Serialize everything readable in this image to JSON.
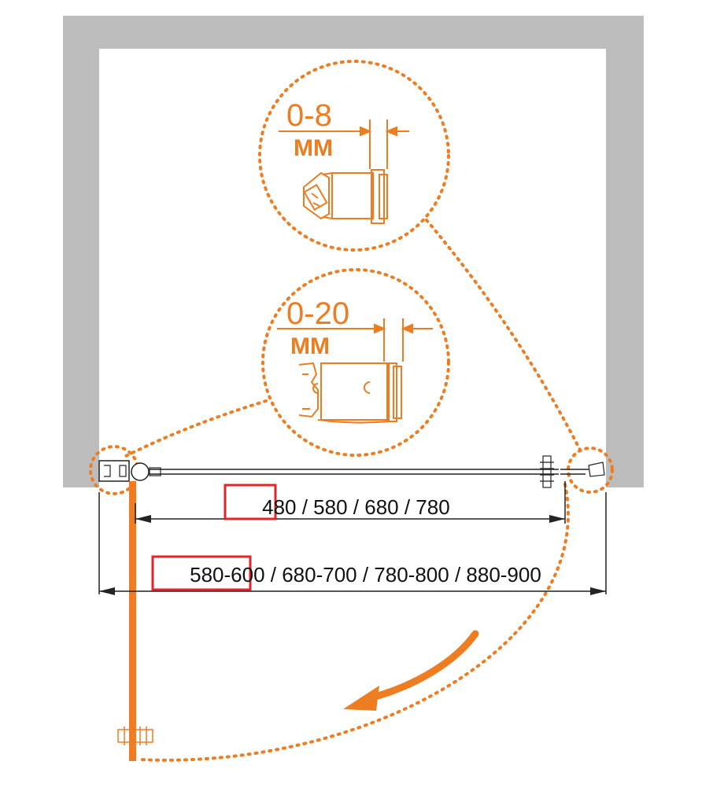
{
  "colors": {
    "orange": "#ee7d22",
    "wall": "#bdbdbe",
    "line": "#222222",
    "highlight": "#e0262b"
  },
  "detail_top": {
    "range": "0-8",
    "unit": "ММ"
  },
  "detail_bottom": {
    "range": "0-20",
    "unit": "ММ"
  },
  "door_width": {
    "highlighted": "480",
    "rest": " / 580 / 680 / 780"
  },
  "opening_width": {
    "highlighted": "580-600",
    "rest": " / 680-700 / 780-800 / 880-900"
  }
}
